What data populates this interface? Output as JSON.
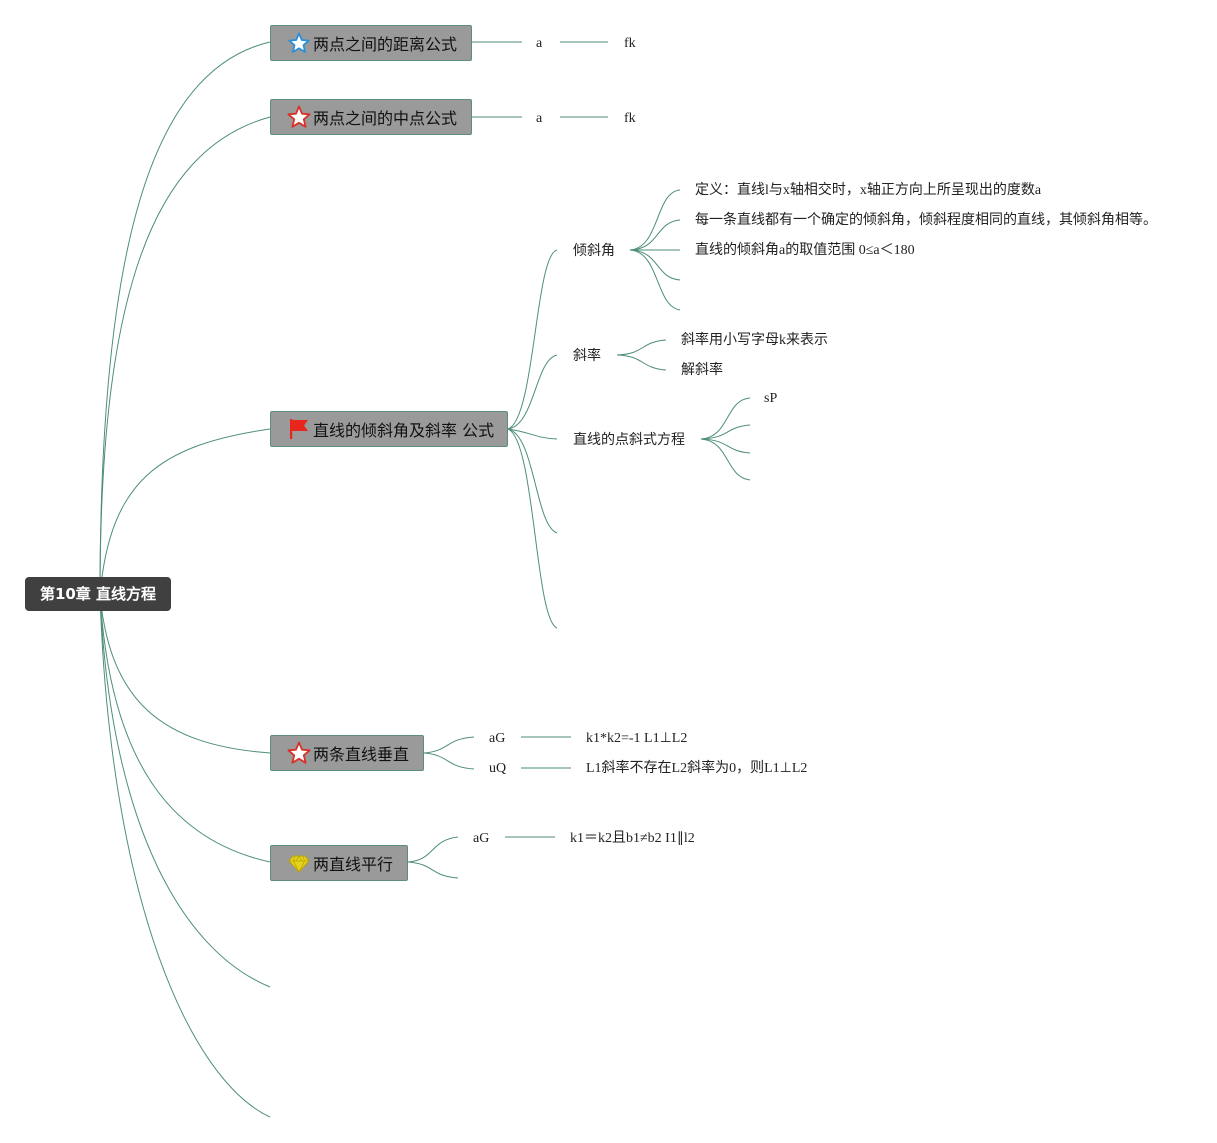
{
  "root": {
    "label": "第10章 直线方程"
  },
  "topics": {
    "distance": {
      "label": "两点之间的距离公式",
      "icon": "star-outline-blue-icon",
      "child": "a",
      "grandchild": "fk"
    },
    "midpoint": {
      "label": "两点之间的中点公式",
      "icon": "star-outline-red-icon",
      "child": "a",
      "grandchild": "fk"
    },
    "slope": {
      "label": "直线的倾斜角及斜率 公式",
      "icon": "red-flag-icon",
      "incline": {
        "label": "倾斜角",
        "items": [
          "定义：直线l与x轴相交时，x轴正方向上所呈现出的度数a",
          "每一条直线都有一个确定的倾斜角，倾斜程度相同的直线，其倾斜角相等。",
          "直线的倾斜角a的取值范围 0≤a＜180"
        ]
      },
      "rate": {
        "label": "斜率",
        "items": [
          "斜率用小写字母k来表示",
          "解斜率"
        ]
      },
      "point_slope": {
        "label": "直线的点斜式方程",
        "items": [
          "sP"
        ]
      }
    },
    "perpendicular": {
      "label": "两条直线垂直",
      "icon": "star-outline-red-icon",
      "rows": [
        {
          "key": "aG",
          "value": "k1*k2=-1 L1⊥L2"
        },
        {
          "key": "uQ",
          "value": "L1斜率不存在L2斜率为0，则L1⊥L2"
        }
      ]
    },
    "parallel": {
      "label": "两直线平行",
      "icon": "yellow-diamond-icon",
      "rows": [
        {
          "key": "aG",
          "value": "k1＝k2且b1≠b2 I1∥l2"
        }
      ]
    }
  },
  "colors": {
    "connector": "#4e8e7a",
    "root_fill": "#404040",
    "topic_fill": "#9a9a9a",
    "star_blue": "#2a8fd6",
    "star_red": "#d9302a",
    "flag_red": "#e8261c",
    "diamond_yellow": "#e6d21a"
  }
}
